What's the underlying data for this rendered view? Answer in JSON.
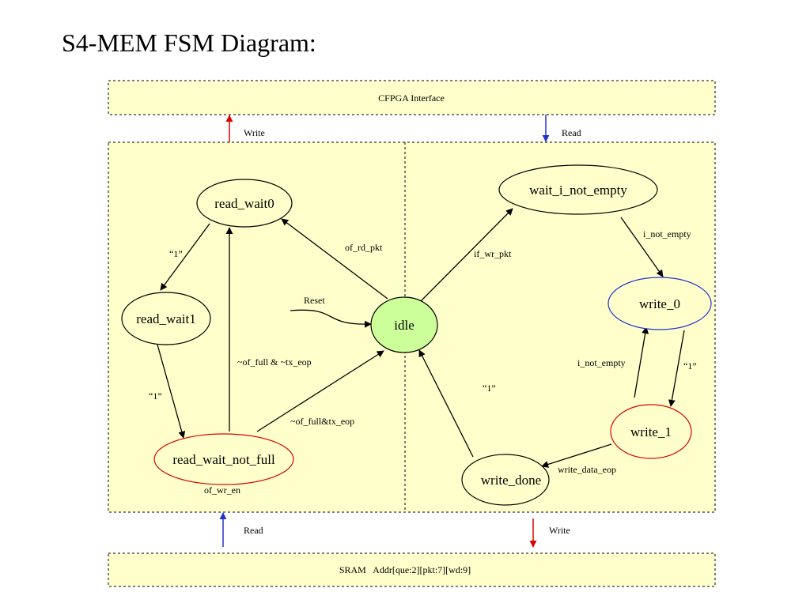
{
  "title": "S4-MEM FSM Diagram:",
  "colors": {
    "panel": "#ffffcc",
    "idle_fill": "#ccff99",
    "red": "#dd0000",
    "blue": "#2233cc"
  },
  "boxes": {
    "cfpga": "CFPGA Interface",
    "sram": "SRAM   Addr[que:2][pkt:7][wd:9]"
  },
  "io": {
    "top_write": "Write",
    "top_read": "Read",
    "bottom_read": "Read",
    "bottom_write": "Write"
  },
  "states": {
    "read_wait0": "read_wait0",
    "read_wait1": "read_wait1",
    "read_wait_not_full": "read_wait_not_full",
    "idle": "idle",
    "wait_i_not_empty": "wait_i_not_empty",
    "write_0": "write_0",
    "write_1": "write_1",
    "write_done": "write_done"
  },
  "transitions": {
    "rw0_to_rw1": "“1”",
    "rw1_to_rwnf": "“1”",
    "rwnf_to_rw0": "~of_full & ~tx_eop",
    "rwnf_to_idle": "~of_full&tx_eop",
    "idle_to_rw0": "of_rd_pkt",
    "reset": "Reset",
    "idle_to_wine": "if_wr_pkt",
    "wine_to_w0": "i_not_empty",
    "w0_to_w1": "“1”",
    "w1_to_w0": "i_not_empty",
    "w1_to_wd": "write_data_eop",
    "wd_to_idle": "“1”",
    "of_wr_en": "of_wr_en"
  }
}
